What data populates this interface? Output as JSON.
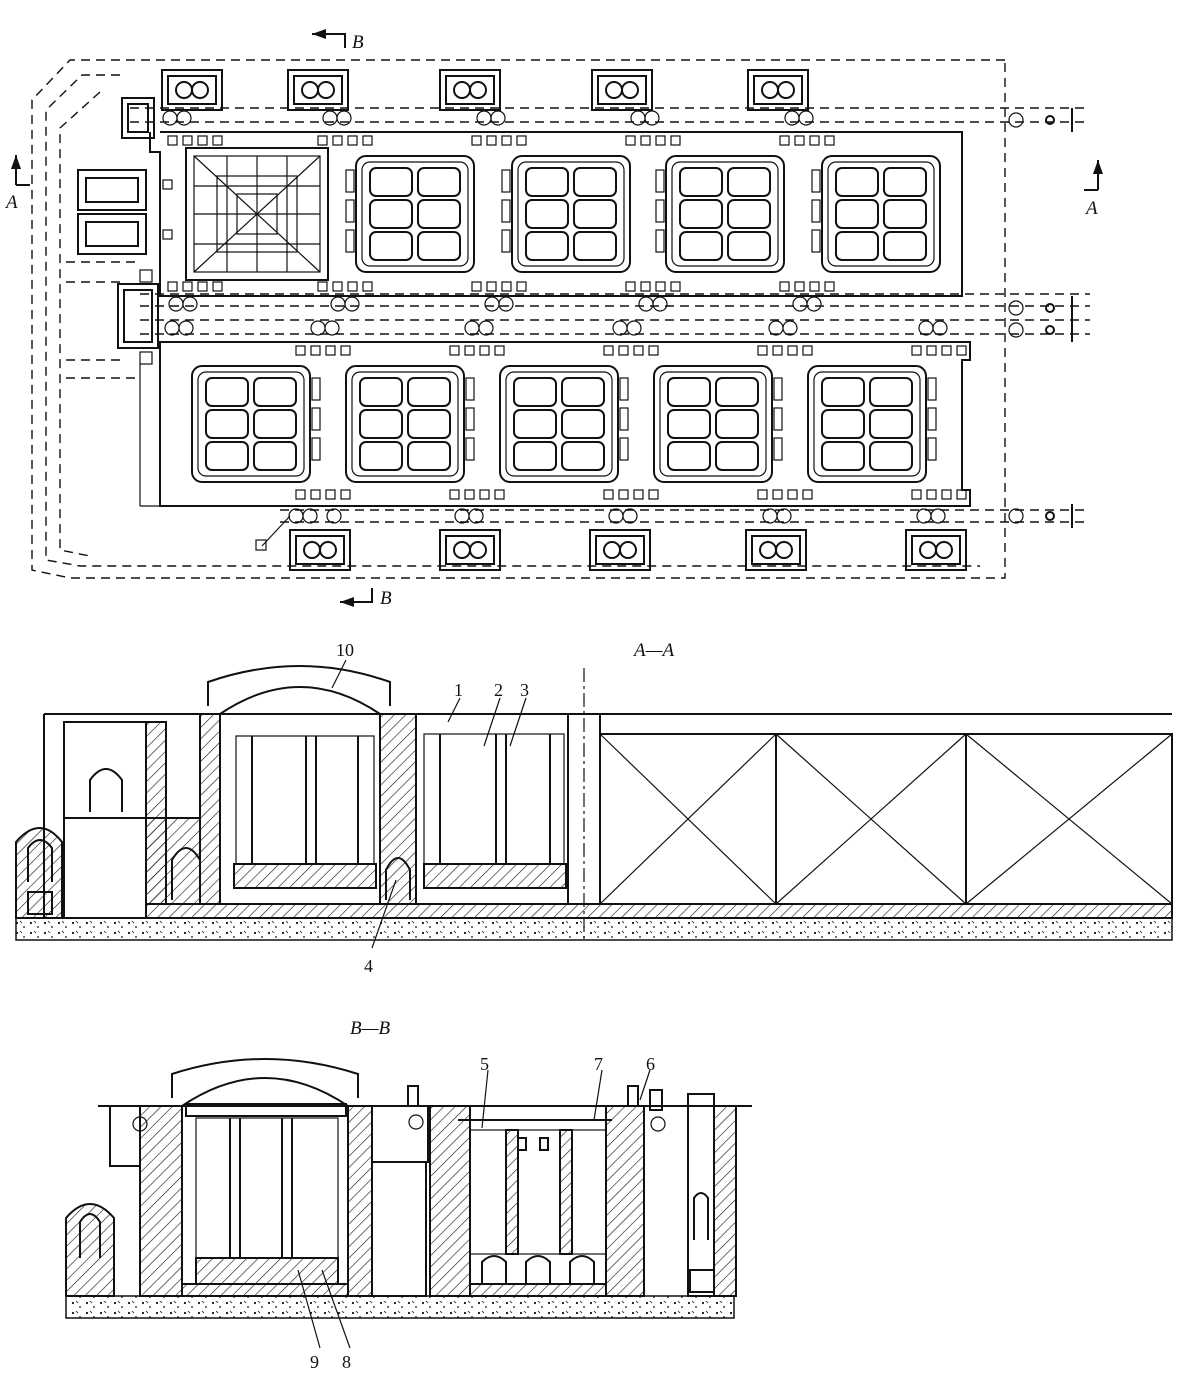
{
  "plan": {
    "cut_b_top": "B",
    "cut_b_bottom": "B",
    "cut_a_left": "A",
    "cut_a_right": "A"
  },
  "section_aa": {
    "title": "A—A",
    "callouts": [
      "10",
      "1",
      "2",
      "3",
      "4"
    ]
  },
  "section_bb": {
    "title": "B—B",
    "callouts": [
      "5",
      "7",
      "6",
      "9",
      "8"
    ]
  }
}
